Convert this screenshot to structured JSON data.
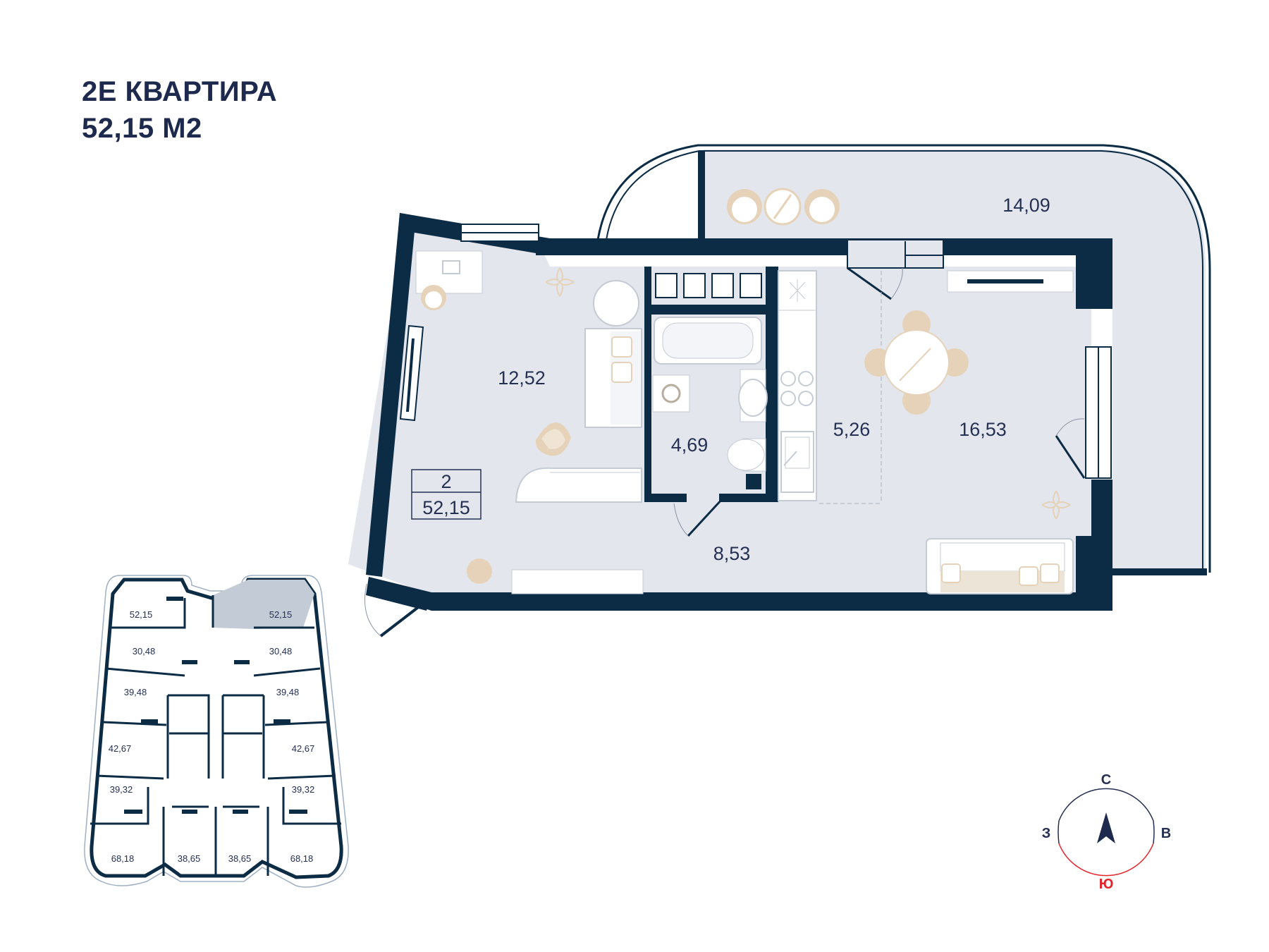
{
  "title": {
    "line1": "2Е КВАРТИРА",
    "line2": "52,15 М2"
  },
  "colors": {
    "wall": "#0c2b45",
    "floor": "#e3e7ed",
    "text": "#253052",
    "accent_wood": "#e5d2b8",
    "south": "#e5242a"
  },
  "plan": {
    "rooms": [
      {
        "id": "bedroom",
        "area": "12,52"
      },
      {
        "id": "bathroom",
        "area": "4,69"
      },
      {
        "id": "kitchen",
        "area": "5,26"
      },
      {
        "id": "living",
        "area": "16,53"
      },
      {
        "id": "hall",
        "area": "8,53"
      },
      {
        "id": "balcony",
        "area": "14,09"
      }
    ],
    "badge": {
      "rooms": "2",
      "area": "52,15"
    }
  },
  "floor_plan": {
    "flats": [
      {
        "id": "nw-top",
        "area": "52,15"
      },
      {
        "id": "ne-top",
        "area": "52,15",
        "highlighted": true
      },
      {
        "id": "w-2",
        "area": "30,48"
      },
      {
        "id": "e-2",
        "area": "30,48"
      },
      {
        "id": "w-3",
        "area": "39,48"
      },
      {
        "id": "e-3",
        "area": "39,48"
      },
      {
        "id": "w-4",
        "area": "42,67"
      },
      {
        "id": "e-4",
        "area": "42,67"
      },
      {
        "id": "w-5",
        "area": "39,32"
      },
      {
        "id": "e-5",
        "area": "39,32"
      },
      {
        "id": "sw-corner",
        "area": "68,18"
      },
      {
        "id": "s-left",
        "area": "38,65"
      },
      {
        "id": "s-right",
        "area": "38,65"
      },
      {
        "id": "se-corner",
        "area": "68,18"
      }
    ]
  },
  "compass": {
    "north": "С",
    "east": "В",
    "south": "Ю",
    "west": "З"
  }
}
